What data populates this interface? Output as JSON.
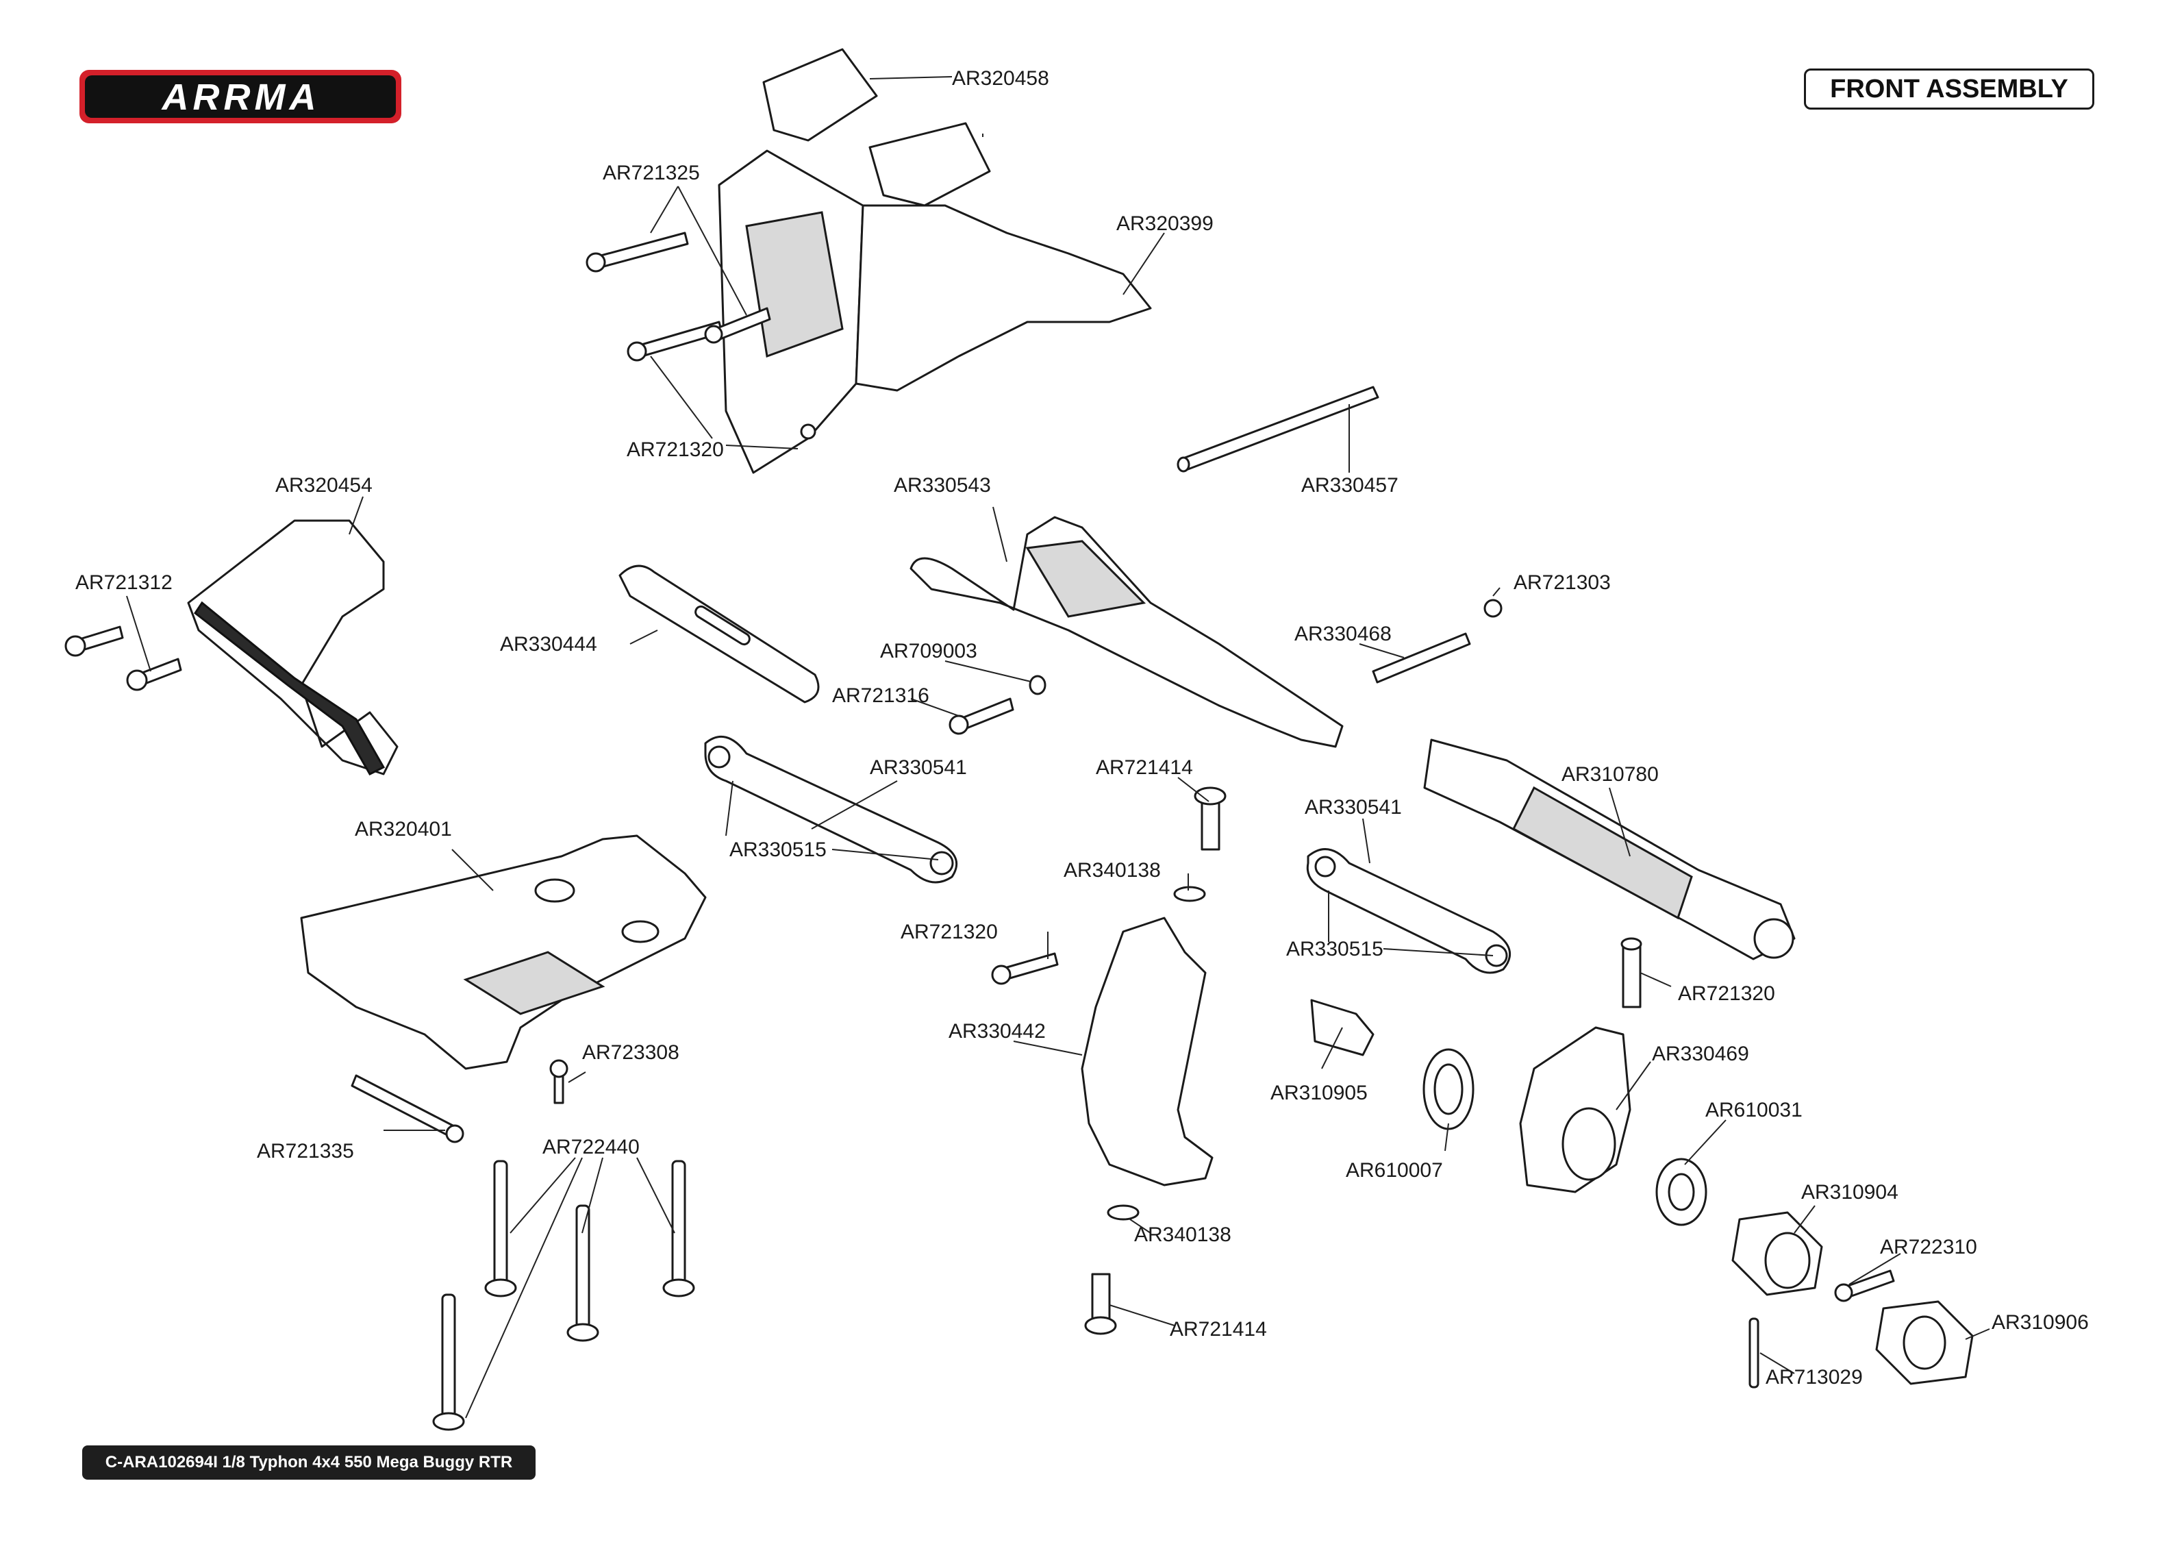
{
  "header": {
    "brand": "ARRMA",
    "section_title": "FRONT ASSEMBLY"
  },
  "footer": {
    "product_line": "C-ARA102694I 1/8 Typhon 4x4 550 Mega Buggy RTR"
  },
  "colors": {
    "brand_red": "#d4202a",
    "ink": "#1a1a1a",
    "footer_bg": "#1e1e1e"
  },
  "parts": [
    "AR320458",
    "AR721325",
    "AR320399",
    "AR721320",
    "AR330457",
    "AR320454",
    "AR330543",
    "AR721312",
    "AR721303",
    "AR330444",
    "AR330468",
    "AR709003",
    "AR721316",
    "AR330541",
    "AR721414",
    "AR310780",
    "AR320401",
    "AR330515",
    "AR340138",
    "AR330541",
    "AR721320",
    "AR330515",
    "AR721320",
    "AR330442",
    "AR330469",
    "AR723308",
    "AR310905",
    "AR610031",
    "AR721335",
    "AR722440",
    "AR610007",
    "AR310904",
    "AR340138",
    "AR722310",
    "AR721414",
    "AR310906",
    "AR713029"
  ]
}
